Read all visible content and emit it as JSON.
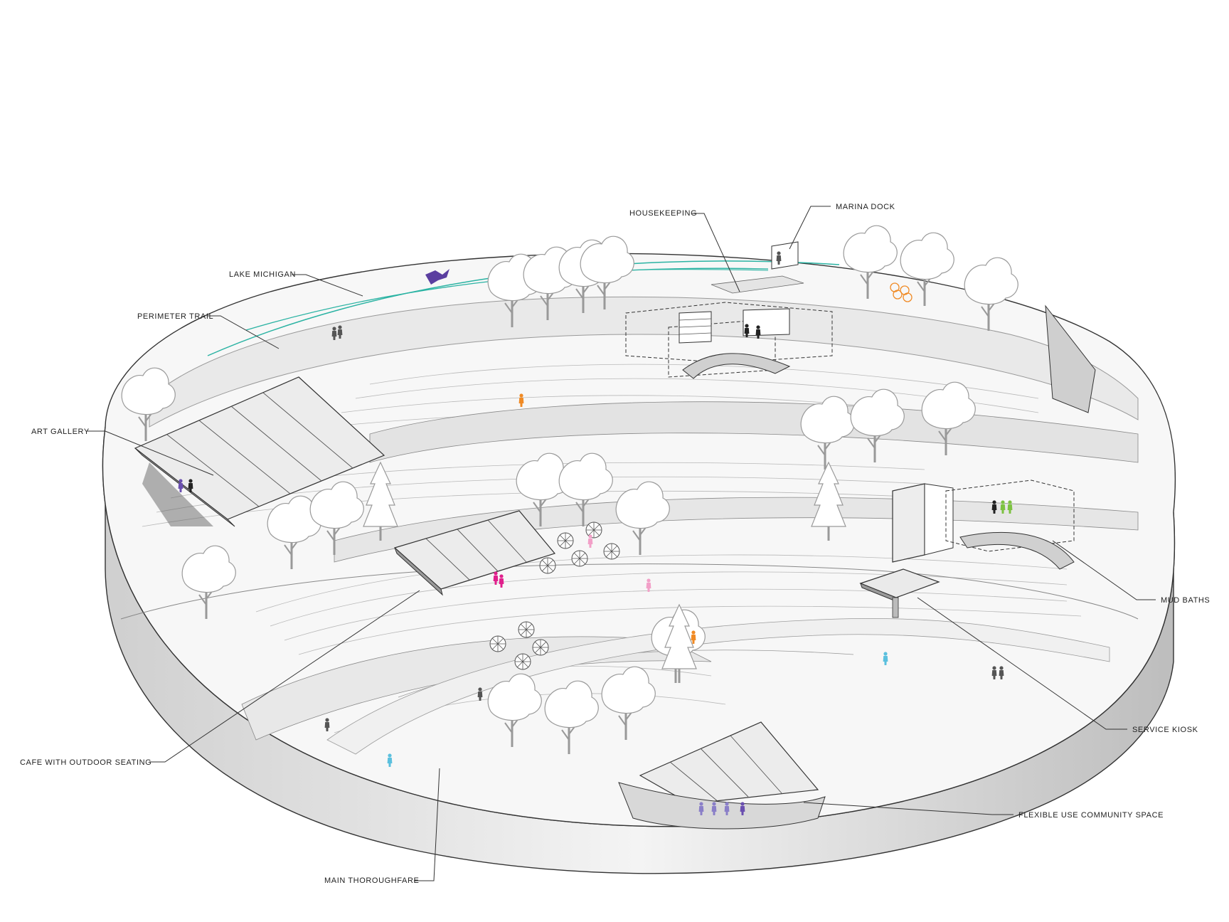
{
  "diagram": {
    "labels": {
      "housekeeping": "HOUSEKEEPING",
      "marina_dock": "MARINA DOCK",
      "lake_michigan": "LAKE MICHIGAN",
      "perimeter_trail": "PERIMETER TRAIL",
      "art_gallery": "ART GALLERY",
      "mud_baths": "MUD BATHS",
      "service_kiosk": "SERVICE KIOSK",
      "cafe": "CAFE WITH OUTDOOR SEATING",
      "community_space": "FLEXIBLE USE COMMUNITY SPACE",
      "main_thoroughfare": "MAIN THOROUGHFARE"
    },
    "colors": {
      "shoreline": "#2bb3a3",
      "bird": "#5b3fa0",
      "people_magenta": "#e0208c",
      "people_orange": "#f08a24",
      "people_cyan": "#5bc0de",
      "people_green": "#7dc242",
      "people_purple": "#6a4fb0",
      "people_pink": "#f2a0c8",
      "terrain_shadow": "#d9d9d9",
      "outline": "#333333"
    },
    "icons": [
      "tree-icon",
      "person-icon",
      "bird-icon",
      "bicycle-icon",
      "table-icon"
    ]
  }
}
